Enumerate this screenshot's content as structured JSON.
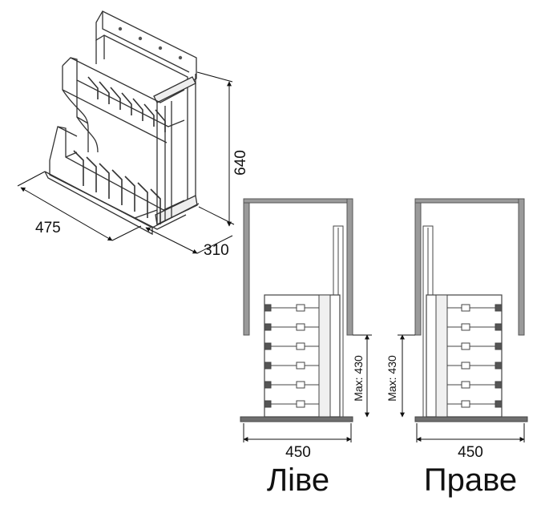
{
  "iso": {
    "width_dim": "475",
    "depth_dim": "310",
    "height_dim": "640"
  },
  "left_view": {
    "max_label": "Max: 430",
    "width_dim": "450",
    "caption": "Ліве"
  },
  "right_view": {
    "max_label": "Max: 430",
    "width_dim": "450",
    "caption": "Праве"
  },
  "colors": {
    "line": "#333333",
    "cabinet": "#6f6f6f",
    "cabinet_fill": "#9a9a9a",
    "rack": "#444444"
  }
}
